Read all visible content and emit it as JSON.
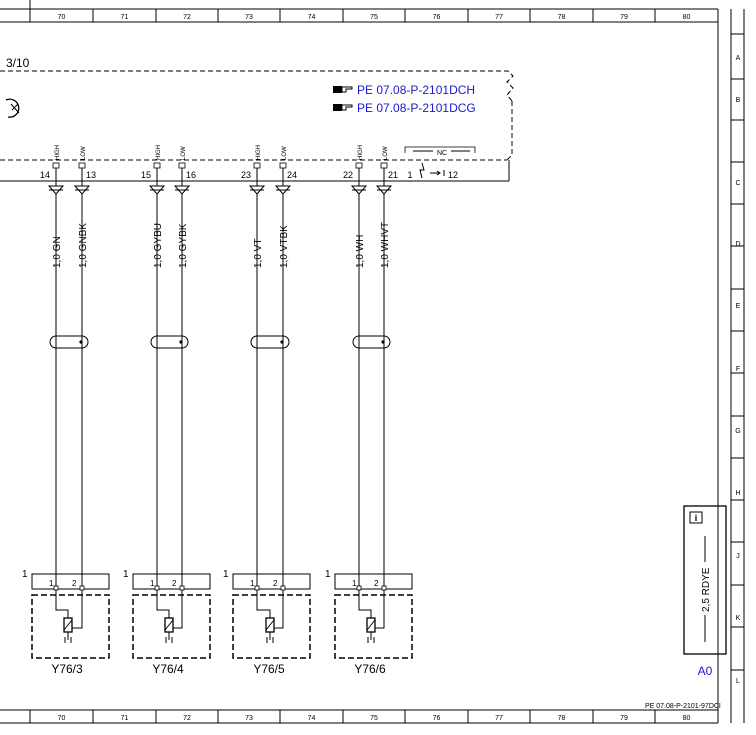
{
  "frame": {
    "columns": [
      "70",
      "71",
      "72",
      "73",
      "74",
      "75",
      "76",
      "77",
      "78",
      "79",
      "80"
    ],
    "rows": [
      "A",
      "B",
      "C",
      "D",
      "E",
      "F",
      "G",
      "H",
      "J",
      "K",
      "L"
    ]
  },
  "cont_label": "3/10",
  "references": [
    "PE 07.08-P-2101DCH",
    "PE 07.08-P-2101DCG"
  ],
  "nc_label": "NC",
  "pins": [
    {
      "high": "14",
      "low": "13"
    },
    {
      "high": "15",
      "low": "16"
    },
    {
      "high": "23",
      "low": "24"
    },
    {
      "high": "22",
      "low": "21"
    }
  ],
  "pin_nc_a": "1",
  "pin_nc_b": "12",
  "high_label": "HIGH",
  "low_label": "LOW",
  "wires": [
    {
      "a": "1,0 GN",
      "b": "1,0 GNBK"
    },
    {
      "a": "1,0 GYBU",
      "b": "1,0 GYBK"
    },
    {
      "a": "1,0 VT",
      "b": "1,0 VTBK"
    },
    {
      "a": "1,0 WH",
      "b": "1,0 WHVT"
    }
  ],
  "components": [
    {
      "name": "Y76/3",
      "mark": "1",
      "p1": "1",
      "p2": "2"
    },
    {
      "name": "Y76/4",
      "mark": "1",
      "p1": "1",
      "p2": "2"
    },
    {
      "name": "Y76/5",
      "mark": "1",
      "p1": "1",
      "p2": "2"
    },
    {
      "name": "Y76/6",
      "mark": "1",
      "p1": "1",
      "p2": "2"
    }
  ],
  "ground": {
    "label": "2,5 RDYE",
    "ref": "A0",
    "icon": "info-icon"
  },
  "footer_ref": "PE 07.08-P-2101-97DCI"
}
